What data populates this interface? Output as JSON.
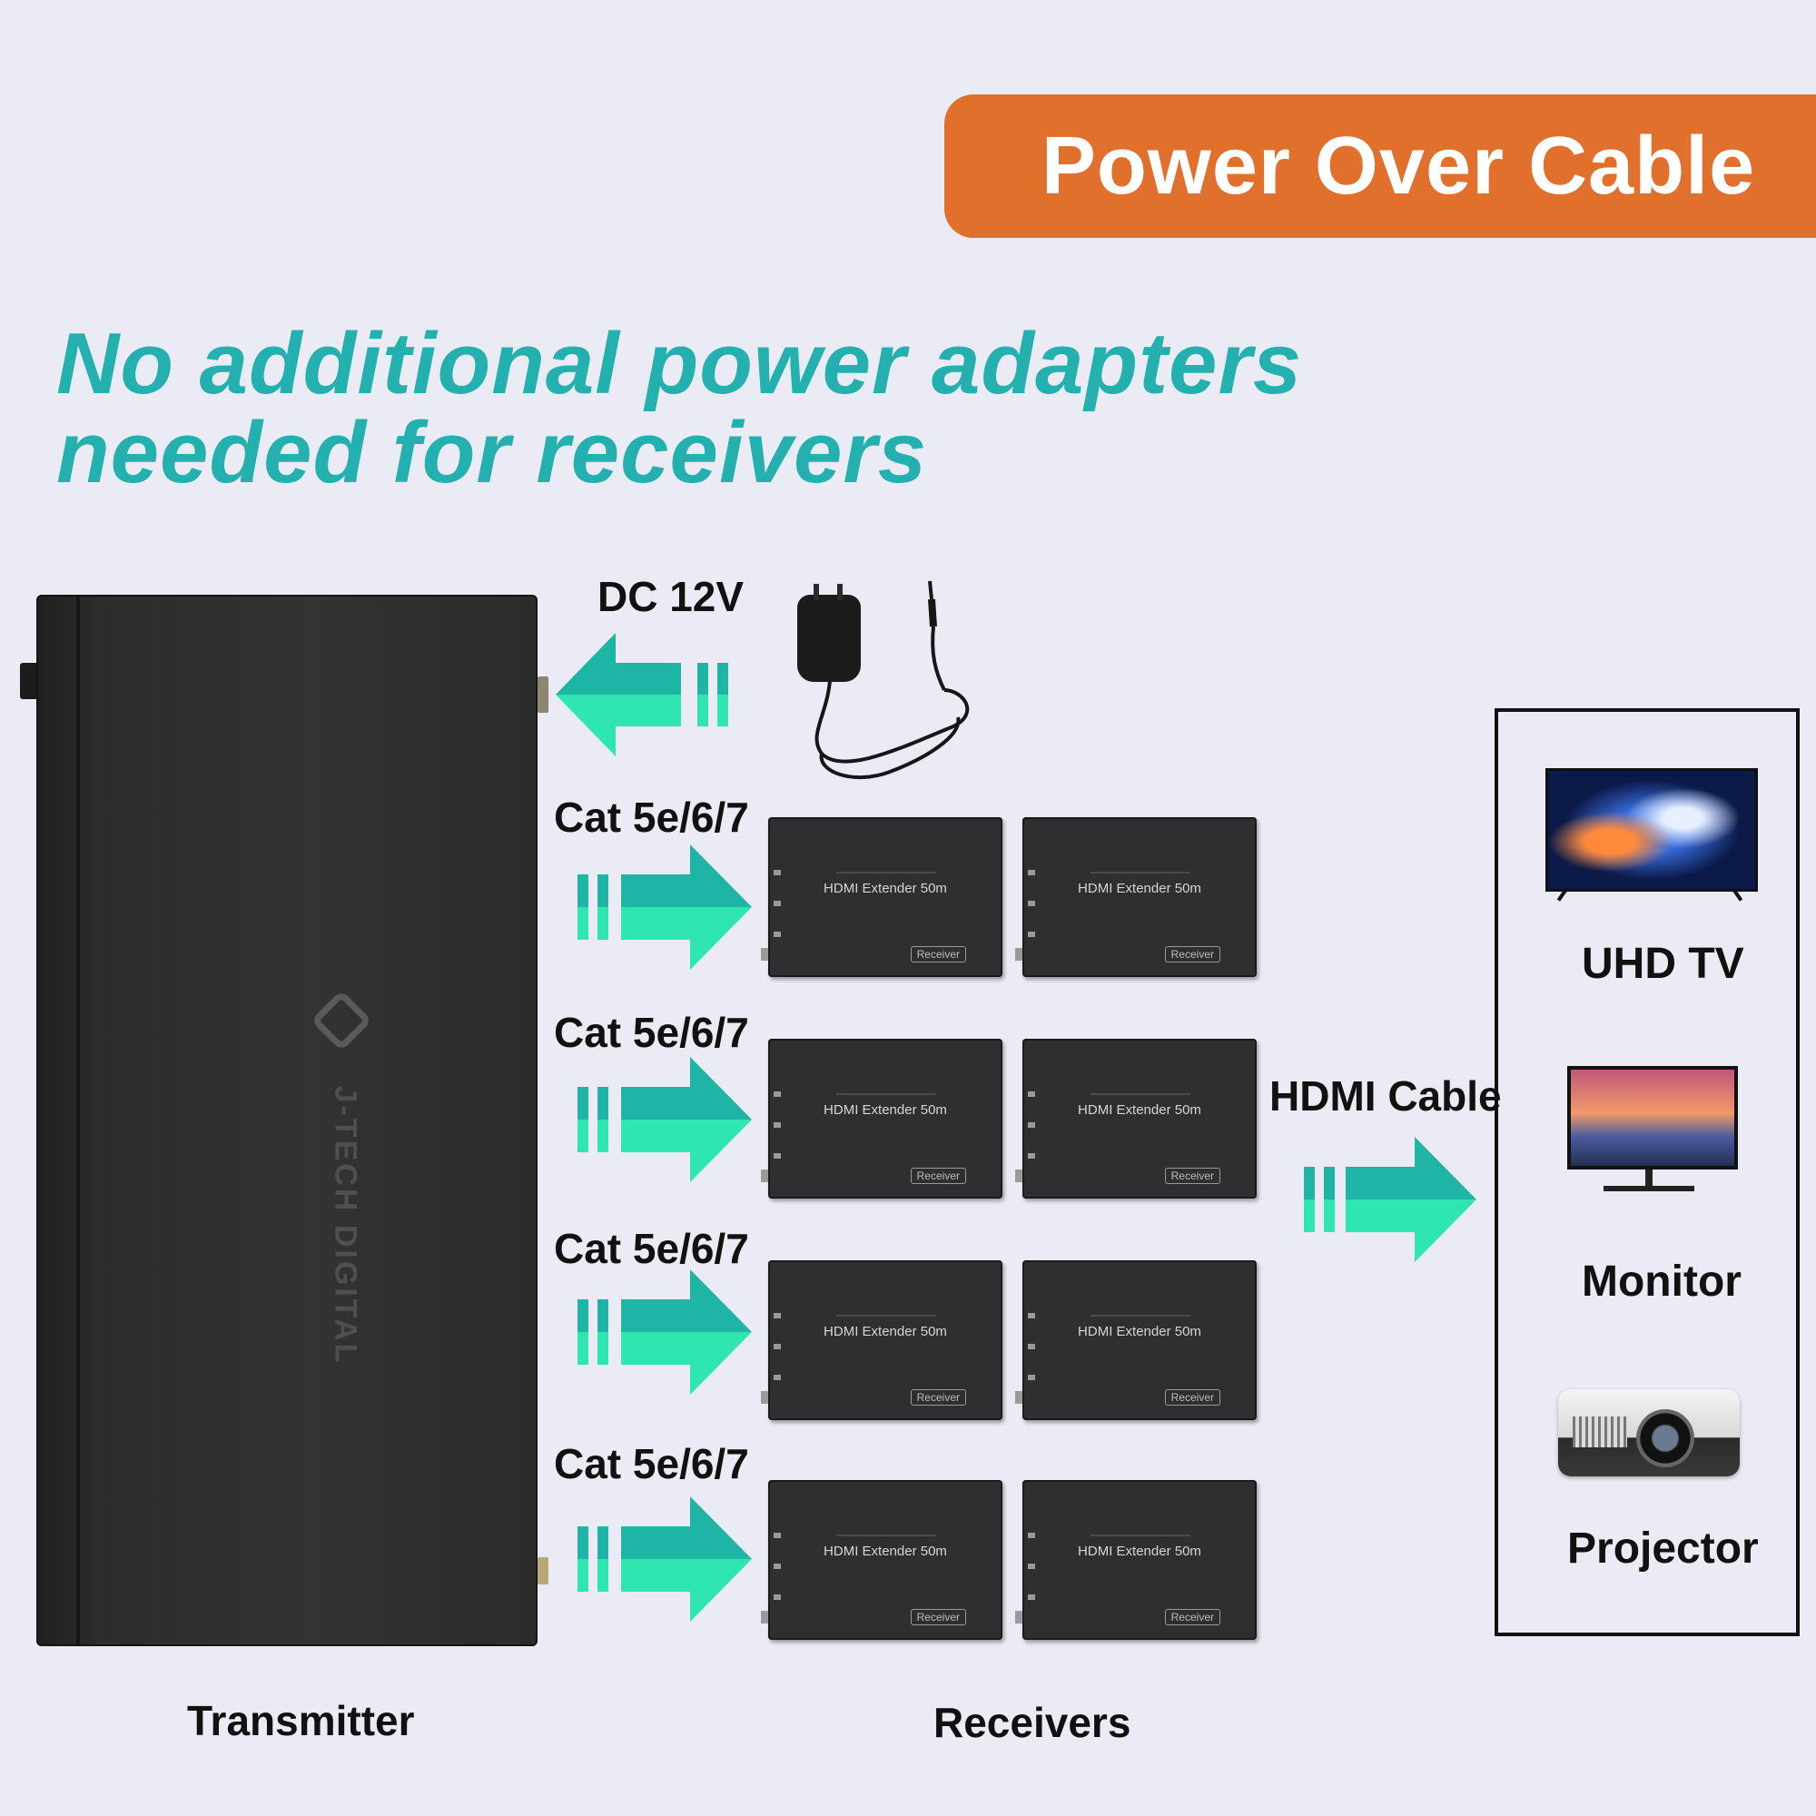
{
  "banner": {
    "text": "Power Over Cable"
  },
  "headline": {
    "line1": "No additional power adapters",
    "line2": "needed for receivers"
  },
  "power": {
    "label": "DC 12V"
  },
  "cable_label": "Cat 5e/6/7",
  "hdmi_label": "HDMI Cable",
  "transmitter": {
    "brand": "J-TECH DIGITAL",
    "caption": "Transmitter"
  },
  "receivers": {
    "caption": "Receivers",
    "device_name": "HDMI Extender 50m",
    "tag": "Receiver"
  },
  "displays": [
    {
      "label": "UHD TV"
    },
    {
      "label": "Monitor"
    },
    {
      "label": "Projector"
    }
  ],
  "colors": {
    "banner": "#e0702c",
    "headline": "#25b0b0",
    "arrow_top": "#1fb5a6",
    "arrow_bottom": "#2fe6b0"
  }
}
